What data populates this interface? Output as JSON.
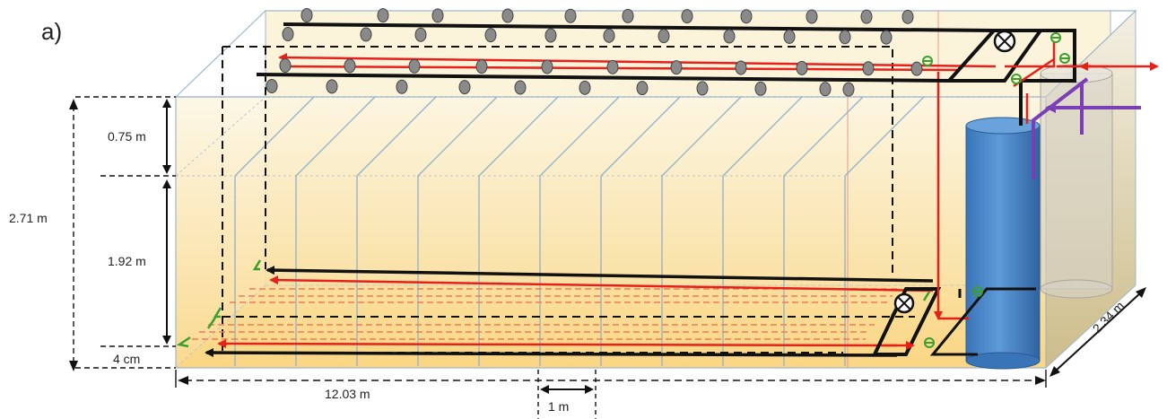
{
  "panel_label": "a)",
  "dimensions": {
    "total_height": "2.71 m",
    "upper_height": "0.75 m",
    "lower_height": "1.92 m",
    "bottom_gap": "4 cm",
    "length": "12.03 m",
    "spacing": "1 m",
    "width": "2.34 m"
  },
  "colors": {
    "wall_fill_top": "#fbf4dc",
    "wall_fill_bottom": "#fad47a",
    "floor_fill": "#fde9b0",
    "pipe_black": "#111111",
    "pipe_red": "#e8201a",
    "pipe_red_dashed": "#f07a5a",
    "nozzle": "#8a8a8a",
    "valve_green": "#3aa02c",
    "reservoir_blue": "#4a88cc",
    "tank_gray": "#d6d2c8",
    "inlet_purple": "#7b3fb5",
    "panel_line": "#8fb0c8"
  }
}
